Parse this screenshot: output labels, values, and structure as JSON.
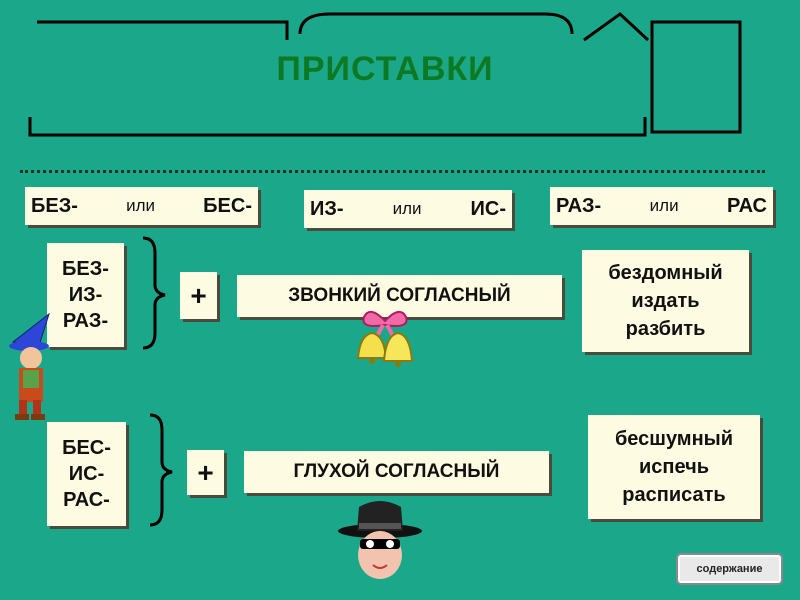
{
  "title": "ПРИСТАВКИ",
  "pairs": [
    {
      "a": "БЕЗ-",
      "ili": "или",
      "b": "БЕС-"
    },
    {
      "a": "ИЗ-",
      "ili": "или",
      "b": "ИС-"
    },
    {
      "a": "РАЗ-",
      "ili": "или",
      "b": "РАС"
    }
  ],
  "voiced": {
    "prefixes": [
      "БЕЗ-",
      "ИЗ-",
      "РАЗ-"
    ],
    "plus": "+",
    "rule": "ЗВОНКИЙ СОГЛАСНЫЙ",
    "examples": [
      "бездомный",
      "издать",
      "разбить"
    ]
  },
  "voiceless": {
    "prefixes": [
      "БЕС-",
      "ИС-",
      "РАС-"
    ],
    "plus": "+",
    "rule": "ГЛУХОЙ СОГЛАСНЫЙ",
    "examples": [
      "бесшумный",
      "испечь",
      "расписать"
    ]
  },
  "nav": {
    "content_button": "содержание"
  },
  "icons": [
    "bells-icon",
    "wizard-icon",
    "spy-icon"
  ],
  "colors": {
    "background": "#1ba88a",
    "title": "#0d7a23",
    "box": "#fdfbe2"
  }
}
